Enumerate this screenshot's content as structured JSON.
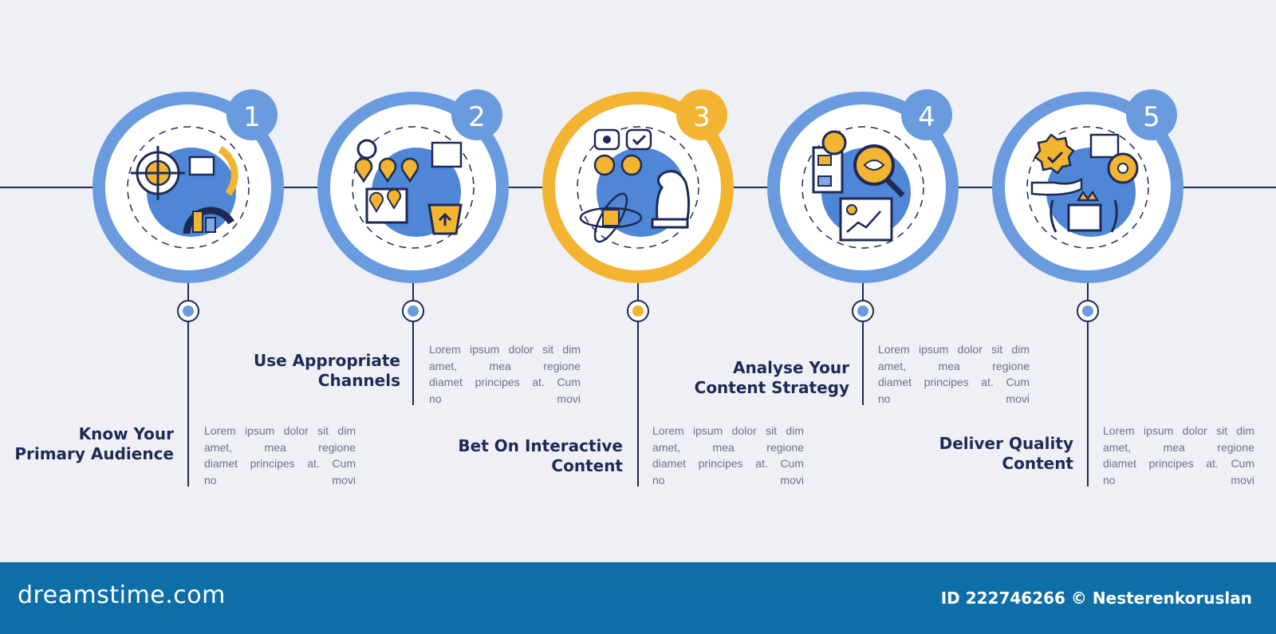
{
  "steps": [
    {
      "number": "1",
      "title_lines": [
        "Know Your",
        "Primary Audience"
      ],
      "description_lines": [
        "Lorem ipsum dolor sit dim",
        "amet, mea regione",
        "diamet principes at. Cum",
        "no movi"
      ],
      "accent": "#6a9bdf"
    },
    {
      "number": "2",
      "title_lines": [
        "Use Appropriate",
        "Channels"
      ],
      "description_lines": [
        "Lorem ipsum dolor sit dim",
        "amet, mea regione",
        "diamet principes at. Cum",
        "no movi"
      ],
      "accent": "#6a9bdf"
    },
    {
      "number": "3",
      "title_lines": [
        "Bet On Interactive",
        "Content"
      ],
      "description_lines": [
        "Lorem ipsum dolor sit dim",
        "amet, mea regione",
        "diamet principes at. Cum",
        "no movi"
      ],
      "accent": "#f2b431"
    },
    {
      "number": "4",
      "title_lines": [
        "Analyse Your",
        "Content Strategy"
      ],
      "description_lines": [
        "Lorem ipsum dolor sit dim",
        "amet, mea regione",
        "diamet principes at. Cum",
        "no movi"
      ],
      "accent": "#6a9bdf"
    },
    {
      "number": "5",
      "title_lines": [
        "Deliver Quality",
        "Content"
      ],
      "description_lines": [
        "Lorem ipsum dolor sit dim",
        "amet, mea regione",
        "diamet principes at. Cum",
        "no movi"
      ],
      "accent": "#6a9bdf"
    }
  ],
  "icons": [
    "target-audience-icon",
    "channels-map-icon",
    "interactive-content-icon",
    "strategy-analysis-icon",
    "quality-content-icon"
  ],
  "footer": {
    "brand": "dreamstime.com",
    "credit": "ID 222746266 © Nesterenkoruslan"
  },
  "colors": {
    "navy": "#1e2a55",
    "blue": "#6a9bdf",
    "blue_fill": "#4f86d6",
    "yellow": "#f2b431",
    "footer": "#0e6ea8",
    "background": "#eef0f6"
  }
}
